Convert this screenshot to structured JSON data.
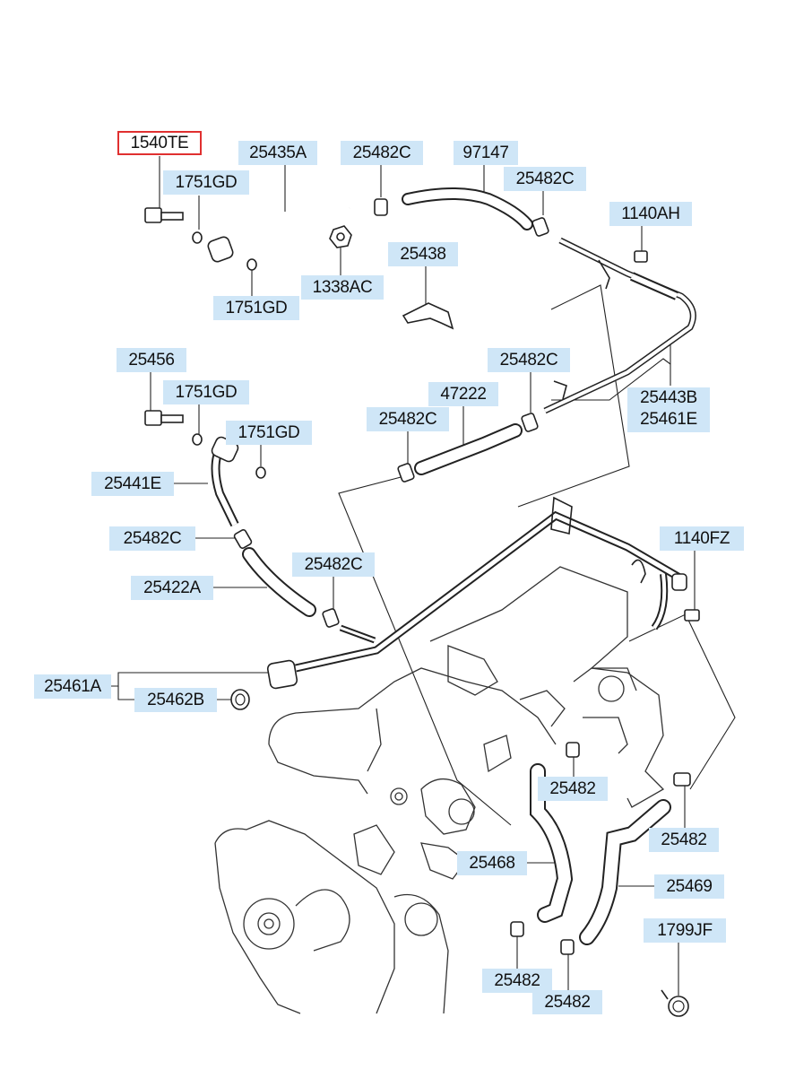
{
  "diagram": {
    "labels": [
      {
        "id": "1540TE",
        "text": "1540TE",
        "selected": true
      },
      {
        "id": "1751GD_a",
        "text": "1751GD"
      },
      {
        "id": "25435A",
        "text": "25435A"
      },
      {
        "id": "25482C_a",
        "text": "25482C"
      },
      {
        "id": "97147",
        "text": "97147"
      },
      {
        "id": "25482C_b",
        "text": "25482C"
      },
      {
        "id": "1140AH",
        "text": "1140AH"
      },
      {
        "id": "25438",
        "text": "25438"
      },
      {
        "id": "1338AC",
        "text": "1338AC"
      },
      {
        "id": "1751GD_b",
        "text": "1751GD"
      },
      {
        "id": "25456",
        "text": "25456"
      },
      {
        "id": "1751GD_c",
        "text": "1751GD"
      },
      {
        "id": "25482C_c",
        "text": "25482C"
      },
      {
        "id": "47222",
        "text": "47222"
      },
      {
        "id": "25482C_d",
        "text": "25482C"
      },
      {
        "id": "25443B_25461E",
        "text": "25443B\n25461E"
      },
      {
        "id": "1751GD_d",
        "text": "1751GD"
      },
      {
        "id": "25441E",
        "text": "25441E"
      },
      {
        "id": "25482C_e",
        "text": "25482C"
      },
      {
        "id": "1140FZ",
        "text": "1140FZ"
      },
      {
        "id": "25422A",
        "text": "25422A"
      },
      {
        "id": "25482C_f",
        "text": "25482C"
      },
      {
        "id": "25461A",
        "text": "25461A"
      },
      {
        "id": "25462B",
        "text": "25462B"
      },
      {
        "id": "25482_a",
        "text": "25482"
      },
      {
        "id": "25468",
        "text": "25468"
      },
      {
        "id": "25482_b",
        "text": "25482"
      },
      {
        "id": "25469",
        "text": "25469"
      },
      {
        "id": "1799JF",
        "text": "1799JF"
      },
      {
        "id": "25482_c",
        "text": "25482"
      },
      {
        "id": "25482_d",
        "text": "25482"
      }
    ]
  },
  "colors": {
    "label_bg": "#cfe6f7",
    "selected_border": "#e03030"
  }
}
